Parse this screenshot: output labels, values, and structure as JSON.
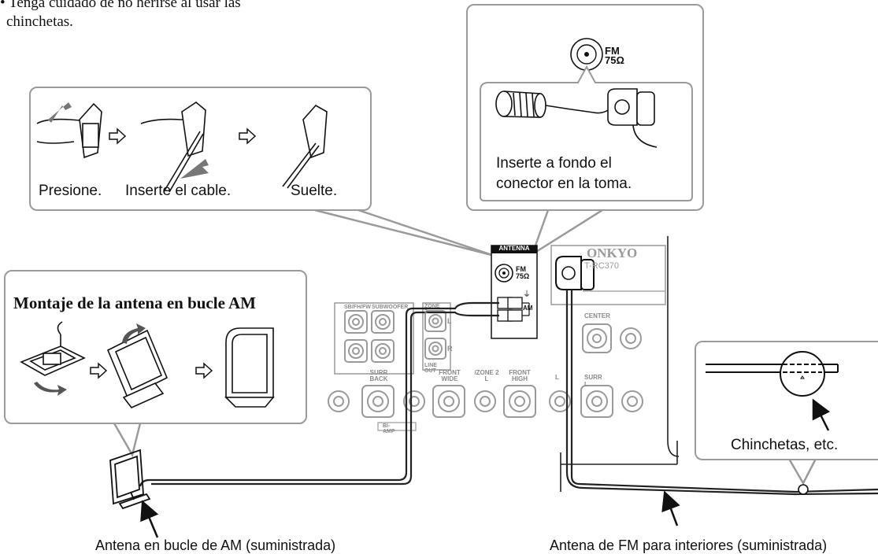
{
  "note": {
    "line1": "• Tenga cuidado de no herirse al usar las",
    "line2": "chinchetas."
  },
  "speaker_terminal_steps": {
    "step1": "Presione.",
    "step2": "Inserte el cable.",
    "step3": "Suelte."
  },
  "fm_connector": {
    "label_fm": "FM",
    "label_ohm": "75Ω",
    "instruction_line1": "Inserte a fondo el",
    "instruction_line2": "conector en la toma."
  },
  "am_assembly": {
    "title": "Montaje de la antena en bucle AM"
  },
  "receiver_panel": {
    "brand": "ONKYO",
    "model": "T-RC370",
    "antenna_header": "ANTENNA",
    "fm": "FM",
    "ohm": "75Ω",
    "am": "AM",
    "ground": "⏚",
    "terminal_labels": [
      "SB/FH/FW",
      "SUBWOOFER",
      "ZONE 2",
      "L",
      "R",
      "LINE OUT",
      "CENTER",
      "SURR BACK",
      "FRONT WIDE",
      "/ZONE 2 L",
      "FRONT HIGH",
      "L",
      "SURR L",
      "BI-AMP"
    ]
  },
  "tacks_detail": {
    "caption": "Chinchetas, etc."
  },
  "captions": {
    "am_antenna": "Antena en bucle de AM (suministrada)",
    "fm_antenna": "Antena de FM para interiores (suministrada)"
  }
}
